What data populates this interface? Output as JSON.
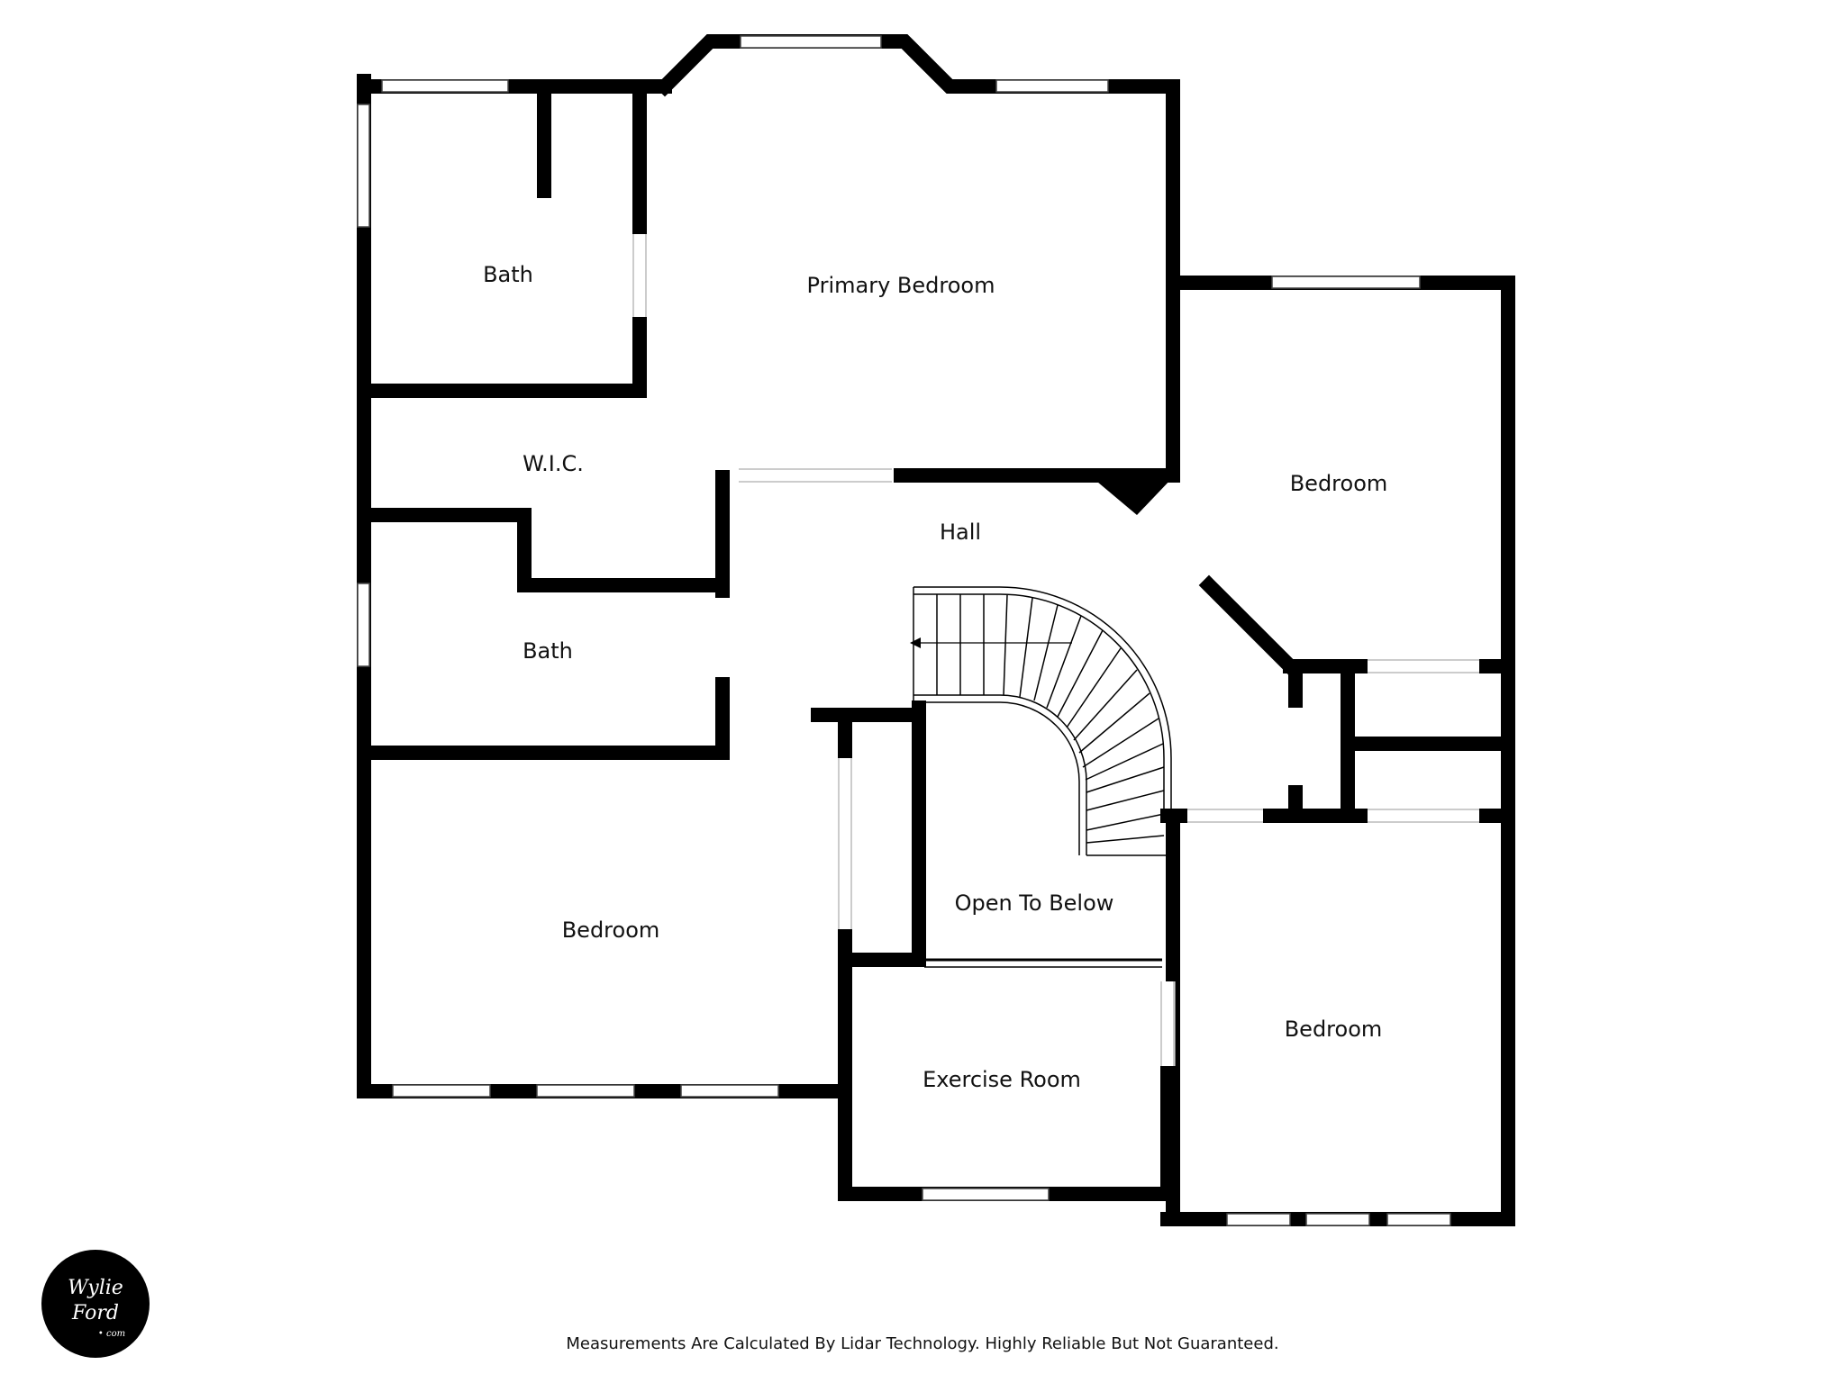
{
  "rooms": {
    "bath_upper": "Bath",
    "primary_bedroom": "Primary Bedroom",
    "wic": "W.I.C.",
    "hall": "Hall",
    "bedroom_right": "Bedroom",
    "bath_lower": "Bath",
    "bedroom_left": "Bedroom",
    "open_to_below": "Open To Below",
    "exercise_room": "Exercise Room",
    "bedroom_bottom_right": "Bedroom"
  },
  "logo": {
    "line1": "Wylie",
    "line2": "Ford",
    "line3": "• com"
  },
  "disclaimer": "Measurements Are Calculated By Lidar Technology. Highly Reliable But Not Guaranteed.",
  "colors": {
    "wall": "#000000",
    "background": "#ffffff",
    "window": "#ffffff"
  }
}
